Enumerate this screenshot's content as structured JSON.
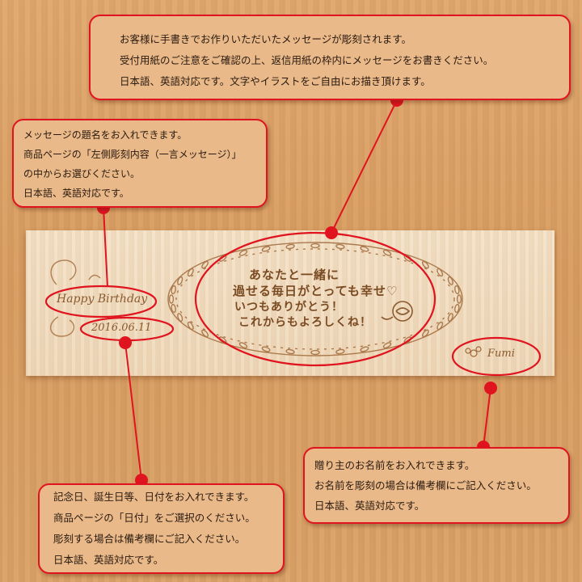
{
  "callouts": {
    "top": {
      "lines": [
        "お客様に手書きでお作りいただいたメッセージが彫刻されます。",
        "受付用紙のご注意をご確認の上、返信用紙の枠内にメッセージをお書きください。",
        "日本語、英語対応です。文字やイラストをご自由にお描き頂けます。"
      ]
    },
    "title": {
      "lines": [
        "メッセージの題名をお入れできます。",
        "商品ページの「左側彫刻内容（一言メッセージ）」",
        "の中からお選びください。",
        "日本語、英語対応です。"
      ]
    },
    "name": {
      "lines": [
        "贈り主のお名前をお入れできます。",
        "お名前を彫刻の場合は備考欄にご記入ください。",
        "日本語、英語対応です。"
      ]
    },
    "date": {
      "lines": [
        "記念日、誕生日等、日付をお入れできます。",
        "商品ページの「日付」をご選択のください。",
        "彫刻する場合は備考欄にご記入ください。",
        "日本語、英語対応です。"
      ]
    }
  },
  "board": {
    "title_text": "Happy Birthday",
    "date_text": "2016.06.11",
    "name_text": "Fumi",
    "message_lines": [
      "あなたと一緒に",
      "過せる毎日がとっても幸せ♡",
      "いつもありがとう！",
      "これからもよろしくね！"
    ]
  },
  "colors": {
    "accent_red": "#e0141f",
    "callout_fill": "#e9b989",
    "board": "#f2dcbf",
    "engrave": "#8a5a2e"
  }
}
